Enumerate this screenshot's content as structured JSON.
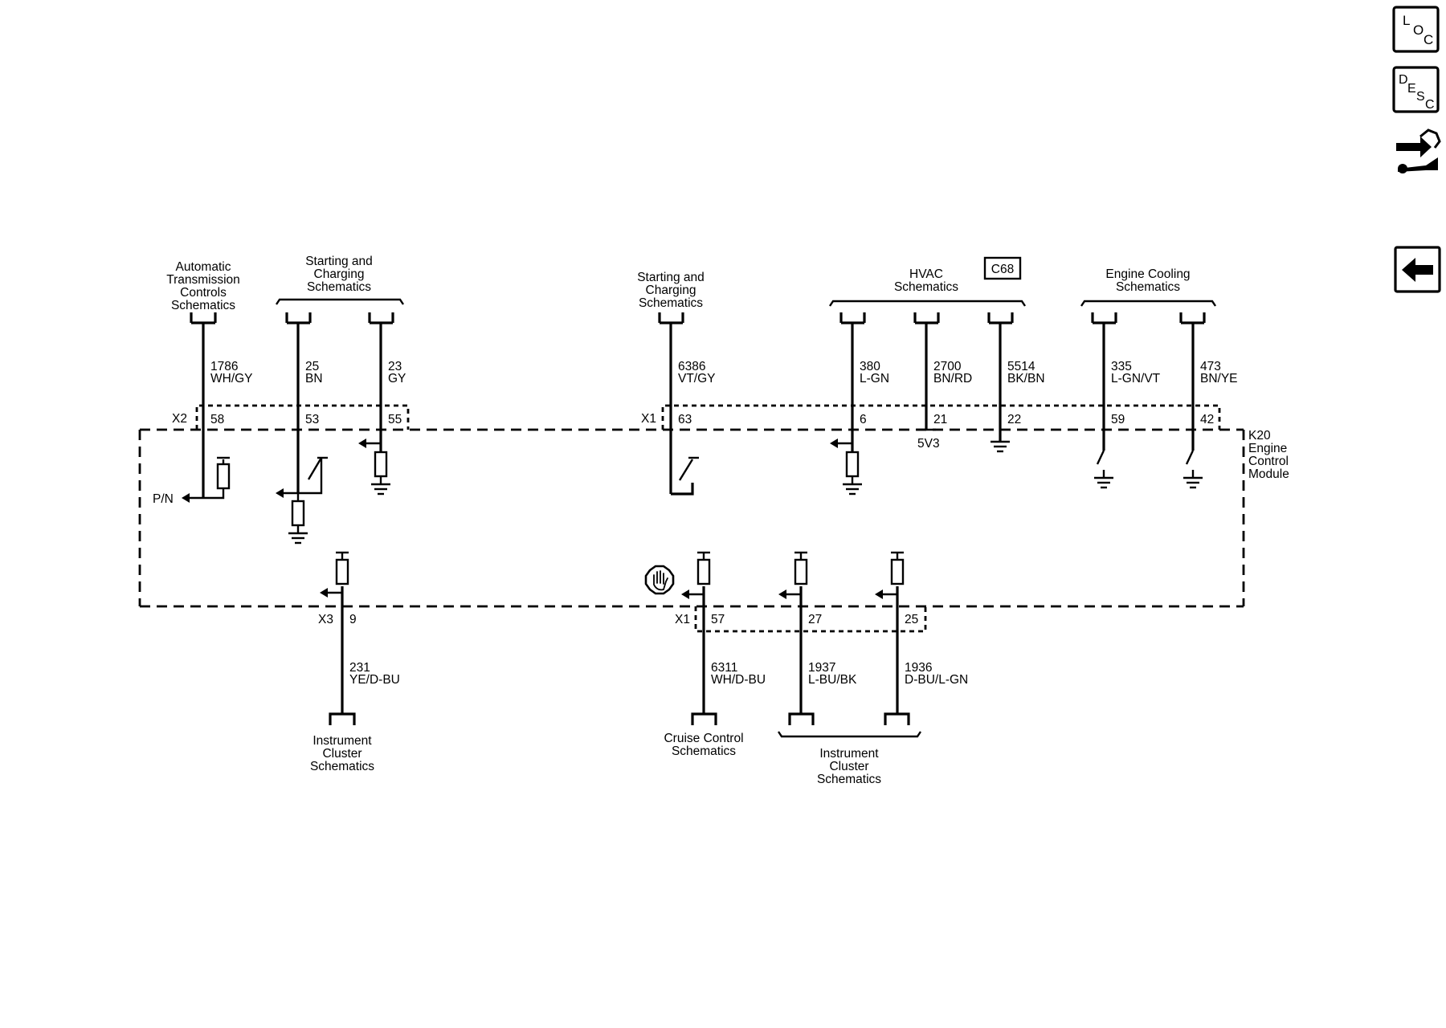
{
  "module": {
    "label_lines": [
      "K20",
      "Engine",
      "Control",
      "Module"
    ]
  },
  "connectors": {
    "x2": "X2",
    "x1_top": "X1",
    "x3": "X3",
    "x1_bottom": "X1"
  },
  "pins": {
    "p58": "58",
    "p53": "53",
    "p55": "55",
    "p63": "63",
    "p6": "6",
    "p21": "21",
    "p22": "22",
    "p59": "59",
    "p42": "42",
    "p9": "9",
    "p57": "57",
    "p27": "27",
    "p25": "25"
  },
  "wires": {
    "w1786": {
      "circuit": "1786",
      "color": "WH/GY"
    },
    "w25": {
      "circuit": "25",
      "color": "BN"
    },
    "w23": {
      "circuit": "23",
      "color": "GY"
    },
    "w6386": {
      "circuit": "6386",
      "color": "VT/GY"
    },
    "w380": {
      "circuit": "380",
      "color": "L-GN"
    },
    "w2700": {
      "circuit": "2700",
      "color": "BN/RD"
    },
    "w5514": {
      "circuit": "5514",
      "color": "BK/BN"
    },
    "w335": {
      "circuit": "335",
      "color": "L-GN/VT"
    },
    "w473": {
      "circuit": "473",
      "color": "BN/YE"
    },
    "w231": {
      "circuit": "231",
      "color": "YE/D-BU"
    },
    "w6311": {
      "circuit": "6311",
      "color": "WH/D-BU"
    },
    "w1937": {
      "circuit": "1937",
      "color": "L-BU/BK"
    },
    "w1936": {
      "circuit": "1936",
      "color": "D-BU/L-GN"
    }
  },
  "references": {
    "auto_trans": [
      "Automatic",
      "Transmission",
      "Controls",
      "Schematics"
    ],
    "start_charge_left": [
      "Starting and",
      "Charging",
      "Schematics"
    ],
    "start_charge_mid": [
      "Starting and",
      "Charging",
      "Schematics"
    ],
    "hvac": [
      "HVAC",
      "Schematics"
    ],
    "engine_cooling": [
      "Engine Cooling",
      "Schematics"
    ],
    "instrument_left": [
      "Instrument",
      "Cluster",
      "Schematics"
    ],
    "cruise": [
      "Cruise Control",
      "Schematics"
    ],
    "instrument_right": [
      "Instrument",
      "Cluster",
      "Schematics"
    ]
  },
  "labels": {
    "pn": "P/N",
    "v5": "5V3",
    "option_code": "C68"
  },
  "nav": {
    "loc": [
      "L",
      "O",
      "C"
    ],
    "desc": [
      "D",
      "E",
      "S",
      "C"
    ],
    "connector_icon": "connector-tool-icon",
    "back_icon": "back-arrow-icon"
  }
}
